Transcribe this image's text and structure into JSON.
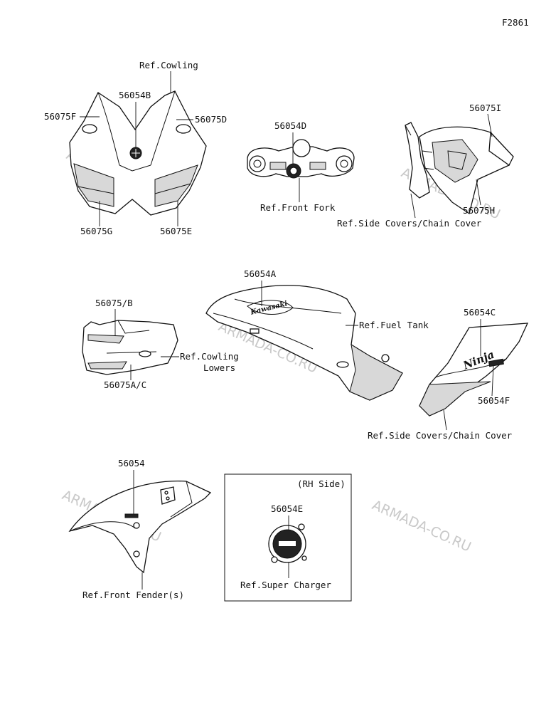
{
  "figure_code": "F2861",
  "watermark": "ARMADA-CO.RU",
  "labels": {
    "ref_cowling": "Ref.Cowling",
    "p56054B": "56054B",
    "p56075F": "56075F",
    "p56075D": "56075D",
    "p56075G": "56075G",
    "p56075E": "56075E",
    "p56054D": "56054D",
    "ref_front_fork": "Ref.Front Fork",
    "p56075I": "56075I",
    "p56075H": "56075H",
    "ref_side_covers_top": "Ref.Side Covers/Chain Cover",
    "p56054A": "56054A",
    "ref_fuel_tank": "Ref.Fuel Tank",
    "p56075B": "56075/B",
    "ref_cowling_lowers_1": "Ref.Cowling",
    "ref_cowling_lowers_2": "Lowers",
    "p56075AC": "56075A/C",
    "p56054C": "56054C",
    "p56054F": "56054F",
    "ref_side_covers_mid": "Ref.Side Covers/Chain Cover",
    "p56054": "56054",
    "ref_front_fender": "Ref.Front Fender(s)",
    "rh_side": "(RH Side)",
    "p56054E": "56054E",
    "ref_super_charger": "Ref.Super Charger"
  },
  "decal_text": {
    "kawasaki": "Kawasaki",
    "ninja": "Ninja"
  }
}
